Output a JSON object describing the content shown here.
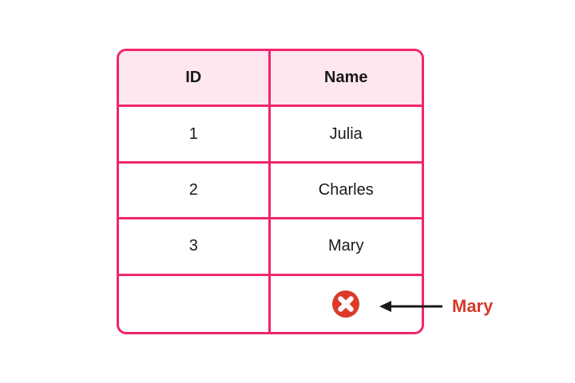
{
  "table": {
    "columns": [
      "ID",
      "Name"
    ],
    "rows": [
      {
        "id": "1",
        "name": "Julia"
      },
      {
        "id": "2",
        "name": "Charles"
      },
      {
        "id": "3",
        "name": "Mary"
      }
    ],
    "deleted_row": {
      "id": "",
      "name": "",
      "icon": "error-cross-icon"
    }
  },
  "annotation": {
    "label": "Mary",
    "arrow_direction": "left"
  },
  "colors": {
    "table_border_pink": "#F1256F",
    "header_background_pink": "#FFE7F0",
    "error_icon_red": "#DC3A28",
    "annotation_label_red": "#D43A28",
    "arrow_black": "#1A1A1A",
    "text_black": "#1A1A1A"
  }
}
